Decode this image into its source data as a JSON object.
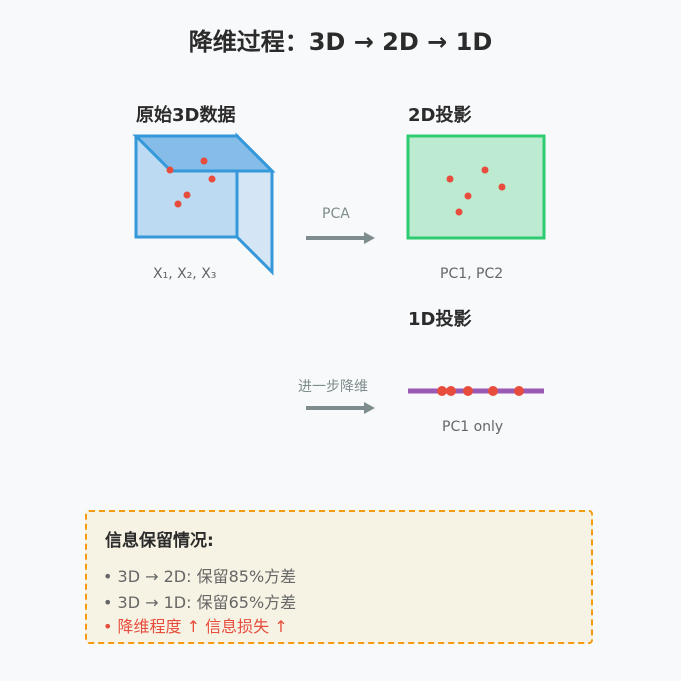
{
  "title": "降维过程：3D → 2D → 1D",
  "panel_3d": {
    "heading": "原始3D数据",
    "axes_label": "X₁, X₂, X₃"
  },
  "panel_2d": {
    "heading": "2D投影",
    "axes_label": "PC1, PC2"
  },
  "panel_1d": {
    "heading": "1D投影",
    "axes_label": "PC1 only"
  },
  "arrows": {
    "first_label": "PCA",
    "second_label": "进一步降维"
  },
  "info": {
    "title": "信息保留情况:",
    "lines": [
      "• 3D → 2D: 保留85%方差",
      "• 3D → 1D: 保留65%方差",
      "• 降维程度 ↑ 信息损失 ↑"
    ]
  },
  "colors": {
    "cube_stroke": "#3498db",
    "cube_fill": "#bcdaf1",
    "plane_stroke": "#2ecc71",
    "plane_fill": "#bdebd2",
    "line_color": "#9b59b6",
    "point_color": "#e74c3c",
    "arrow_color": "#7f8c8d",
    "info_border": "#f39c12"
  }
}
